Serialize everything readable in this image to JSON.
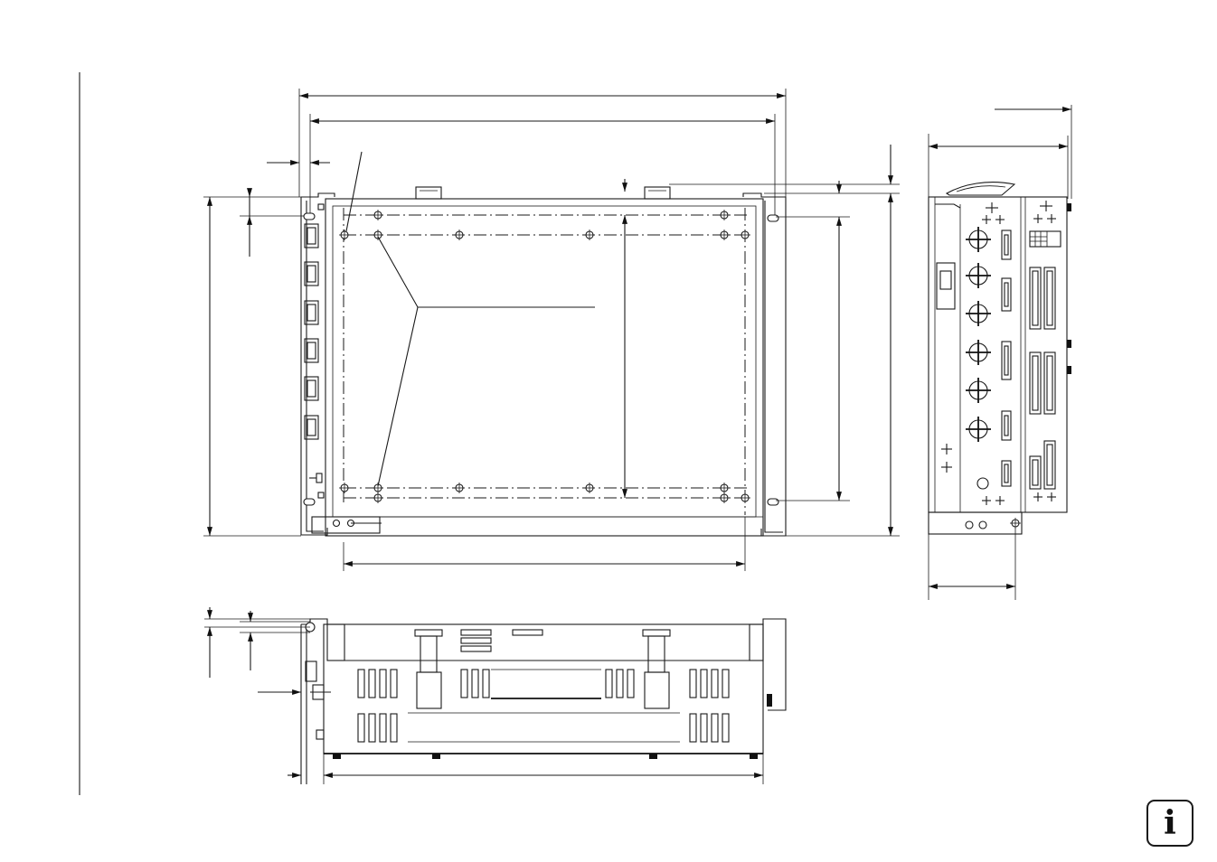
{
  "figure": {
    "kind": "dimension-drawing",
    "views": [
      "front-view",
      "bottom-view",
      "side-view"
    ],
    "text_labels": []
  },
  "info_badge": {
    "glyph": "i",
    "icon": "info-icon"
  },
  "colors": {
    "line": "#1a1a1a",
    "background": "#ffffff"
  }
}
